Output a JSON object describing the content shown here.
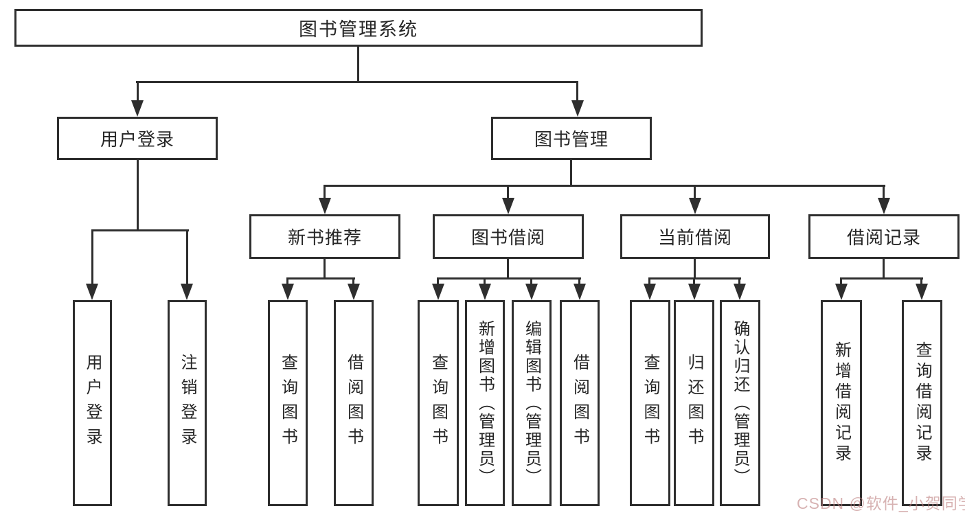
{
  "tree": {
    "root_label": "图书管理系统",
    "branches": [
      {
        "label": "用户登录",
        "children": [
          "用户登录",
          "注销登录"
        ]
      },
      {
        "label": "图书管理",
        "sections": [
          {
            "label": "新书推荐",
            "children": [
              "查询图书",
              "借阅图书"
            ]
          },
          {
            "label": "图书借阅",
            "children": [
              "查询图书",
              "新增图书（管理员）",
              "编辑图书（管理员）",
              "借阅图书"
            ]
          },
          {
            "label": "当前借阅",
            "children": [
              "查询图书",
              "归还图书",
              "确认归还（管理员）"
            ]
          },
          {
            "label": "借阅记录",
            "children": [
              "新增借阅记录",
              "查询借阅记录"
            ]
          }
        ]
      }
    ]
  },
  "watermark": {
    "text": "CSDN @软件_小贺同学"
  },
  "colors": {
    "line": "#2e2e2e",
    "box_border": "#2e2e2e",
    "text": "#262626",
    "background": "#ffffff",
    "watermark": "#be8282"
  }
}
